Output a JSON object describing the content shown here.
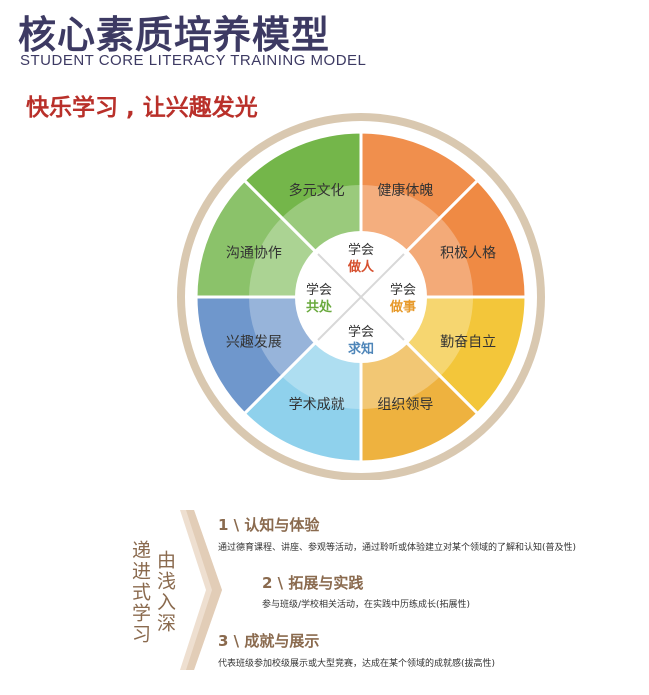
{
  "header": {
    "title": "核心素质培养模型",
    "subtitle_en": "STUDENT CORE LITERACY  TRAINING MODEL",
    "slogan": "快乐学习 , 让兴趣发光"
  },
  "wheel": {
    "segments": [
      {
        "label": "健康体魄",
        "color": "#f08f4d"
      },
      {
        "label": "积极人格",
        "color": "#ef8a44"
      },
      {
        "label": "勤奋自立",
        "color": "#f3c63a"
      },
      {
        "label": "组织领导",
        "color": "#eeb23f"
      },
      {
        "label": "学术成就",
        "color": "#8fd1ec"
      },
      {
        "label": "兴趣发展",
        "color": "#6f97cc"
      },
      {
        "label": "沟通协作",
        "color": "#8bc26a"
      },
      {
        "label": "多元文化",
        "color": "#74b64a"
      }
    ],
    "center": [
      {
        "line1": "学会",
        "line2": "做人",
        "color": "#d6502f"
      },
      {
        "line1": "学会",
        "line2": "做事",
        "color": "#e79a2b"
      },
      {
        "line1": "学会",
        "line2": "求知",
        "color": "#4f86b9"
      },
      {
        "line1": "学会",
        "line2": "共处",
        "color": "#6aaa3e"
      }
    ]
  },
  "progression": {
    "col1": "递进式学习",
    "col2": "由浅入深",
    "steps": [
      {
        "title": "1 \\ 认知与体验",
        "desc": "通过德育课程、讲座、参观等活动，通过聆听或体验建立对某个领域的了解和认知(普及性)"
      },
      {
        "title": "2 \\ 拓展与实践",
        "desc": "参与班级/学校相关活动，在实践中历练成长(拓展性)"
      },
      {
        "title": "3 \\ 成就与展示",
        "desc": "代表班级参加校级展示或大型竞赛，达成在某个领域的成就感(拔高性)"
      }
    ]
  }
}
